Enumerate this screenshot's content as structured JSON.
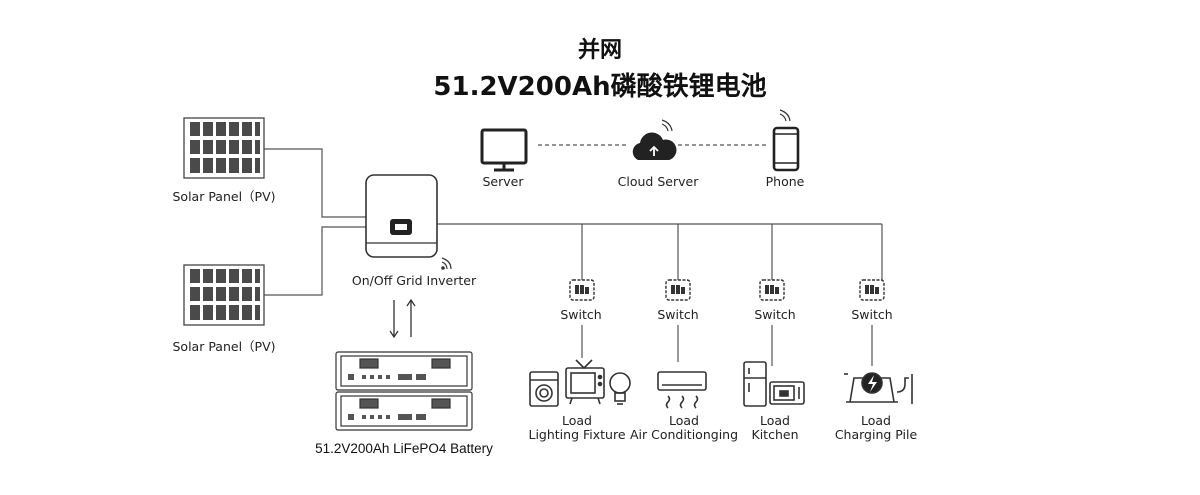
{
  "title": {
    "line1": "并网",
    "line2": "51.2V200Ah磷酸铁锂电池"
  },
  "solar_panels": [
    {
      "label": "Solar Panel（PV)"
    },
    {
      "label": "Solar Panel（PV)"
    }
  ],
  "inverter": {
    "label": "On/Off Grid Inverter"
  },
  "battery": {
    "label": "51.2V200Ah LiFePO4 Battery"
  },
  "network": {
    "server": "Server",
    "cloud": "Cloud Server",
    "phone": "Phone"
  },
  "branches": [
    {
      "switch": "Switch",
      "load": "Load",
      "name": "Lighting Fixture"
    },
    {
      "switch": "Switch",
      "load": "Load",
      "name": "Air Conditionging"
    },
    {
      "switch": "Switch",
      "load": "Load",
      "name": "Kitchen"
    },
    {
      "switch": "Switch",
      "load": "Load",
      "name": "Charging Pile"
    }
  ],
  "colors": {
    "line": "#555555",
    "icon": "#333333"
  }
}
